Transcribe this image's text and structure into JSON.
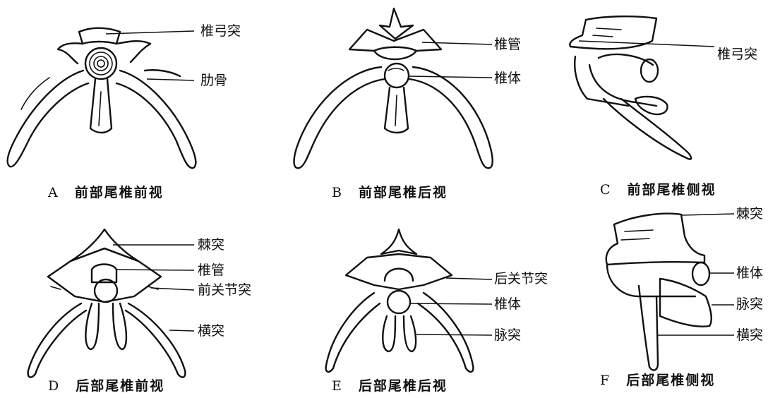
{
  "panels": [
    {
      "letter": "A",
      "caption": "前部尾椎前视",
      "labels": [
        "椎弓突",
        "肋骨"
      ]
    },
    {
      "letter": "B",
      "caption": "前部尾椎后视",
      "labels": [
        "椎管",
        "椎体"
      ]
    },
    {
      "letter": "C",
      "caption": "前部尾椎侧视",
      "labels": [
        "椎弓突"
      ]
    },
    {
      "letter": "D",
      "caption": "后部尾椎前视",
      "labels": [
        "棘突",
        "椎管",
        "前关节突",
        "横突"
      ]
    },
    {
      "letter": "E",
      "caption": "后部尾椎后视",
      "labels": [
        "后关节突",
        "椎体",
        "脉突"
      ]
    },
    {
      "letter": "F",
      "caption": "后部尾椎侧视",
      "labels": [
        "棘突",
        "椎体",
        "脉突",
        "横突"
      ]
    }
  ]
}
